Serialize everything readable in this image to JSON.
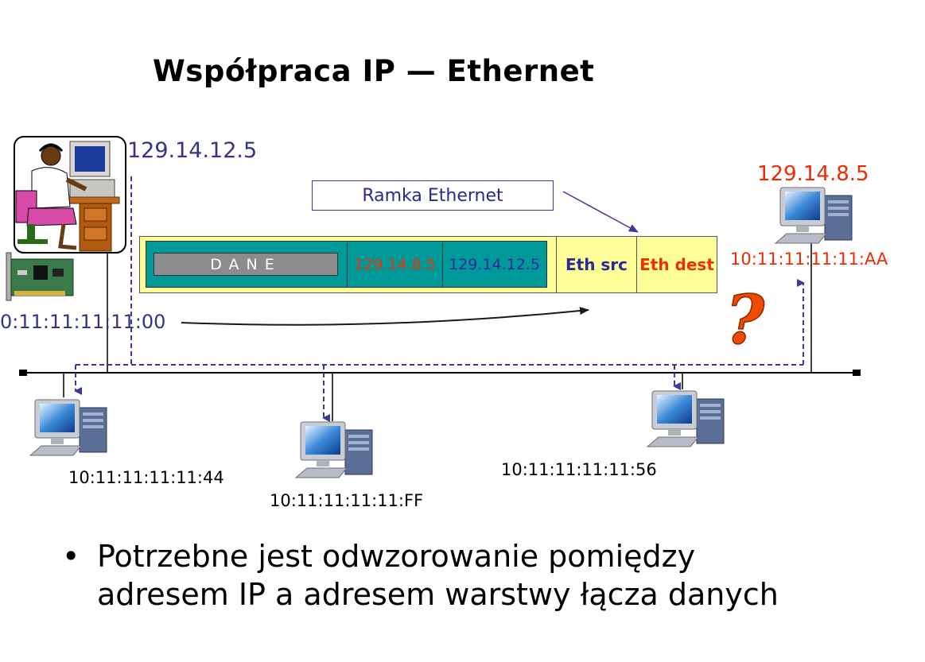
{
  "title": "Współpraca IP — Ethernet",
  "sender": {
    "ip": "129.14.12.5",
    "mac": "0:11:11:11:11:00"
  },
  "target": {
    "ip": "129.14.8.5",
    "mac": "10:11:11:11:11:AA"
  },
  "hosts": [
    {
      "mac": "10:11:11:11:11:44"
    },
    {
      "mac": "10:11:11:11:11:FF"
    },
    {
      "mac": "10:11:11:11:11:56"
    }
  ],
  "frame": {
    "label": "Ramka Ethernet",
    "data_field": "DANE",
    "dest_ip": "129.14.8.5",
    "src_ip": "129.14.12.5",
    "eth_src": "Eth src",
    "eth_dest": "Eth dest"
  },
  "question_mark": "?",
  "bullet": {
    "line1": "Potrzebne jest odwzorowanie pomiędzy",
    "line2": "adresem IP a adresem warstwy łącza danych"
  },
  "colors": {
    "blue": "#33338a",
    "red": "#ee2a00",
    "teal": "#009999",
    "yellow": "#ffff99",
    "grey": "#8c8c8c"
  }
}
